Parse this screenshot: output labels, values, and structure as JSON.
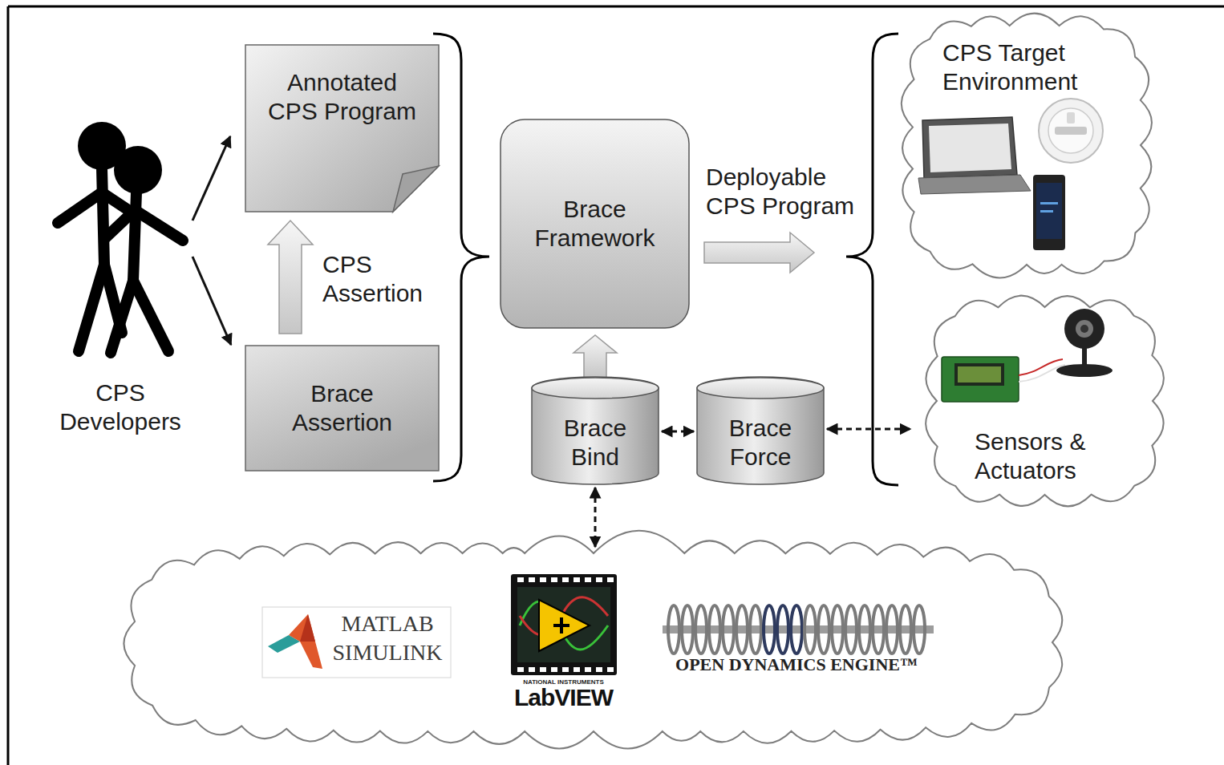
{
  "diagram": {
    "nodes": [
      {
        "text": [
          "CPS Developers"
        ]
      },
      {
        "text": [
          "Annotated CPS Program"
        ]
      },
      {
        "text": [
          "Brace Assertion"
        ]
      },
      {
        "text": [
          "Brace Framework"
        ]
      },
      {
        "text": [
          "Brace Bind"
        ]
      },
      {
        "text": [
          "Brace Force"
        ]
      },
      {
        "text": [
          "CPS Target Environment"
        ]
      },
      {
        "text": [
          "Sensors & Actuators"
        ]
      },
      {
        "text": [
          "MATLAB SIMULINK",
          "NATIONAL INSTRUMENTS",
          "LabVIEW",
          "OPEN DYNAMICS ENGINE™"
        ]
      }
    ],
    "edges": [
      {
        "from": 0,
        "to": 1,
        "arrow": "to"
      },
      {
        "from": 0,
        "to": 2,
        "arrow": "to"
      },
      {
        "from": 2,
        "to": 1,
        "label": "CPS Assertion",
        "arrow": "to"
      },
      {
        "from": 4,
        "to": 3,
        "arrow": "to"
      },
      {
        "from": 4,
        "to": 5,
        "arrow": "both"
      },
      {
        "from": 5,
        "to": 7,
        "arrow": "both"
      },
      {
        "from": 4,
        "to": 8,
        "arrow": "both"
      }
    ],
    "labels": [
      "Deployable CPS Program"
    ]
  }
}
